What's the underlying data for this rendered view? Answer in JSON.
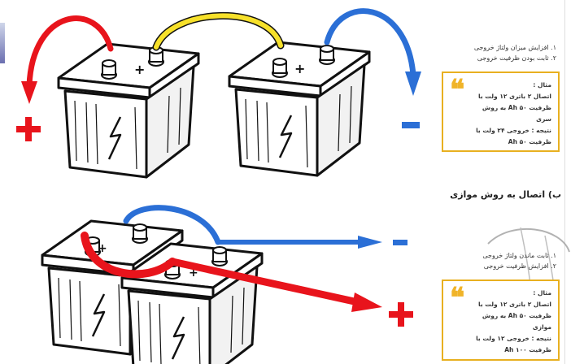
{
  "series": {
    "list": [
      "۱. افزایش میزان ولتاژ خروجی",
      "۲. ثابت بودن ظرفیت خروجی"
    ],
    "example": [
      "مثال :",
      "اتصال ۲ باتری ۱۲ ولت با",
      "ظرفیت ۵۰ Ah به روش",
      "سری",
      "نتیجه : خروجی ۲۴ ولت با",
      "ظرفیت ۵۰ Ah"
    ]
  },
  "parallel": {
    "heading": "ب) اتصال به روش موازی",
    "list": [
      "۱. ثابت ماندن ولتاژ خروجی",
      "۲. افزایش ظرفیت خروجی"
    ],
    "example": [
      "مثال :",
      "اتصال ۲ باتری ۱۲ ولت با",
      "ظرفیت ۵۰ Ah به روش",
      "موازی",
      "نتیجه : خروجی ۱۲ ولت با",
      "ظرفیت ۱۰۰ Ah"
    ]
  },
  "terminals": {
    "plus": "+",
    "minus": "-"
  },
  "colors": {
    "red": "#e8141c",
    "yellow": "#f7e12a",
    "blue": "#2b6fd6",
    "accent": "#f0b429"
  }
}
